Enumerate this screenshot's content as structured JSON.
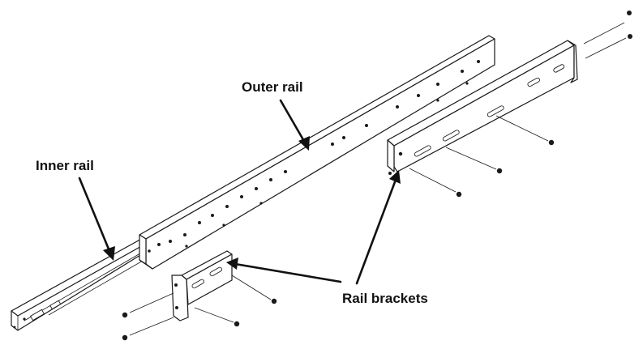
{
  "labels": {
    "outer_rail": "Outer rail",
    "inner_rail": "Inner rail",
    "rail_brackets": "Rail brackets"
  },
  "colors": {
    "line": "#1a1a1a",
    "label": "#111111",
    "background": "#ffffff"
  }
}
